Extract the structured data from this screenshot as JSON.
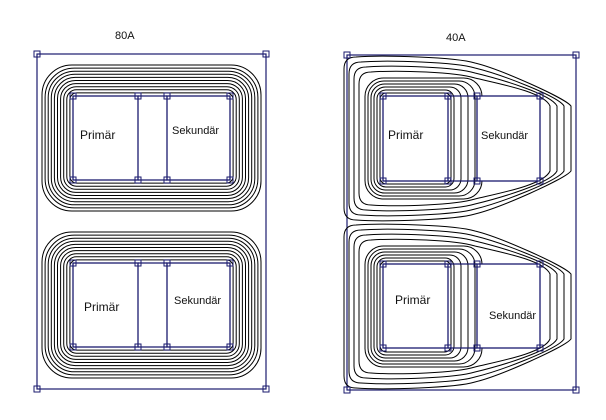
{
  "panels": [
    {
      "id": "80A",
      "title": "80A",
      "windows": [
        {
          "primary_label": "Primär",
          "secondary_label": "Sekundär"
        },
        {
          "primary_label": "Primär",
          "secondary_label": "Sekundär"
        }
      ],
      "flux_distribution": "symmetric"
    },
    {
      "id": "40A",
      "title": "40A",
      "windows": [
        {
          "primary_label": "Primär",
          "secondary_label": "Sekundär"
        },
        {
          "primary_label": "Primär",
          "secondary_label": "Sekundär"
        }
      ],
      "flux_distribution": "concentrated-around-primary"
    }
  ],
  "colors": {
    "frame": "#1a1a6e",
    "flux_lines": "#000000",
    "background": "#ffffff"
  }
}
